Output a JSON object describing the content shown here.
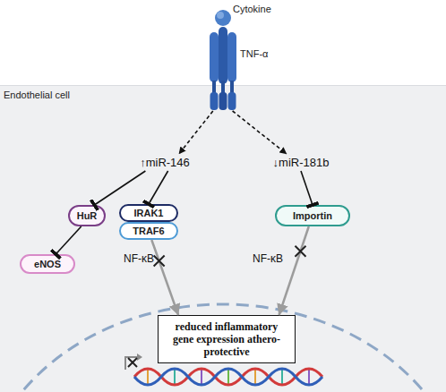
{
  "diagram": {
    "nodes": [
      {
        "text": [
          "Cytokine",
          "TNF-α"
        ]
      },
      {
        "text": [
          "Endothelial cell"
        ]
      },
      {
        "text": [
          "↑miR-146"
        ],
        "in": 1
      },
      {
        "text": [
          "↓miR-181b"
        ],
        "in": 1
      },
      {
        "text": [
          "HuR"
        ],
        "in": 1
      },
      {
        "text": [
          "IRAK1"
        ],
        "in": 1
      },
      {
        "text": [
          "TRAF6"
        ],
        "in": 1
      },
      {
        "text": [
          "Importin"
        ],
        "in": 1
      },
      {
        "text": [
          "eNOS"
        ],
        "in": 1
      },
      {
        "text": [
          "reduced inflammatory gene expression athero-protective"
        ],
        "in": 1
      }
    ],
    "edges": [
      {
        "from": 0,
        "to": 2,
        "arrow": "to"
      },
      {
        "from": 0,
        "to": 3,
        "arrow": "to"
      },
      {
        "from": 2,
        "to": 4,
        "arrow": "to"
      },
      {
        "from": 2,
        "to": 5,
        "arrow": "to"
      },
      {
        "from": 4,
        "to": 8,
        "arrow": "to"
      },
      {
        "from": 3,
        "to": 7,
        "arrow": "to"
      },
      {
        "from": 6,
        "to": 9,
        "label": "NF-κB",
        "arrow": "to"
      },
      {
        "from": 7,
        "to": 9,
        "label": "NF-κB",
        "arrow": "to"
      }
    ]
  }
}
